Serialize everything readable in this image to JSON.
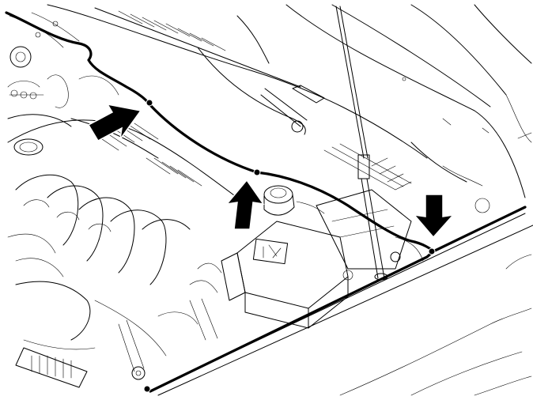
{
  "illustration": {
    "subject": "engine-compartment-with-open-hood",
    "arrow_count": 3,
    "clip_count": 4,
    "colors": {
      "line": "#000000",
      "background": "#ffffff"
    }
  }
}
